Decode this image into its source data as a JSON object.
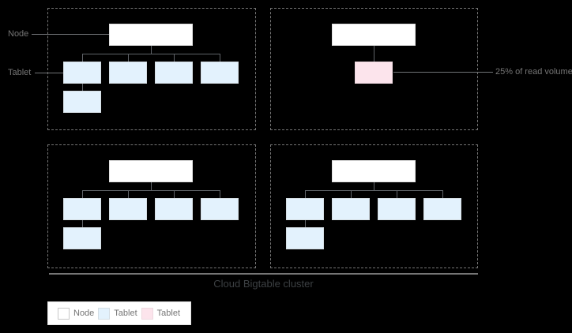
{
  "diagram": {
    "title": "Cloud Bigtable cluster",
    "callouts": {
      "node": "Node",
      "tablet": "Tablet",
      "hot_tablet": "25% of read volume"
    }
  },
  "legend": {
    "items": [
      {
        "label": "Node",
        "swatch": "node"
      },
      {
        "label": "Tablet",
        "swatch": "tablet"
      },
      {
        "label": "Tablet",
        "swatch": "hot-tablet"
      }
    ]
  },
  "colors": {
    "background": "#000000",
    "node_fill": "#ffffff",
    "node_border": "#e0e0e0",
    "tablet_fill": "#e3f2fd",
    "tablet_border": "#d5dee4",
    "hot_tablet_fill": "#fce4ec",
    "hot_tablet_border": "#eed9e0",
    "connector": "#5f6368",
    "callout_line": "#717477",
    "dash_border": "#757575",
    "label_text": "#757575",
    "title_text": "#3c4043",
    "legend_bg": "#ffffff",
    "legend_border": "#e0e0e0"
  }
}
